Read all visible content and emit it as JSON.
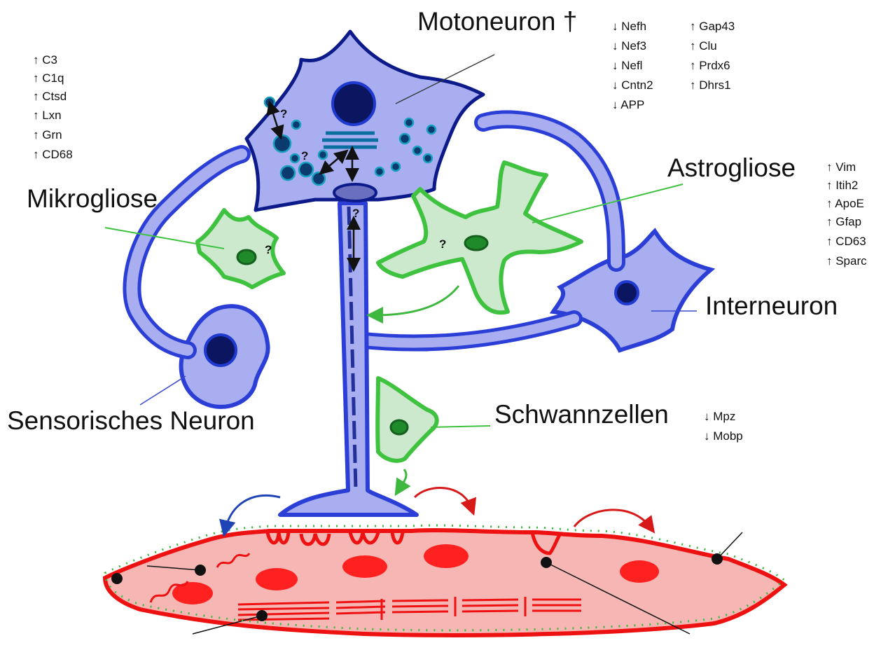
{
  "labels": {
    "motoneuron": "Motoneuron †",
    "astrogliose": "Astrogliose",
    "mikrogliose": "Mikrogliose",
    "interneuron": "Interneuron",
    "sensory": "Sensorisches Neuron",
    "schwann": "Schwannzellen"
  },
  "motoneuron_markers_down": [
    "↓ Nefh",
    "↓ Nef3",
    "↓ Nefl",
    "↓ Cntn2",
    "↓ APP"
  ],
  "motoneuron_markers_up": [
    "↑ Gap43",
    "↑ Clu",
    "↑ Prdx6",
    "↑ Dhrs1"
  ],
  "microglia_markers": [
    "↑ C3",
    "↑ C1q",
    "↑ Ctsd",
    "↑ Lxn",
    "↑ Grn",
    "↑ CD68"
  ],
  "astro_markers": [
    "↑ Vim",
    "↑ Itih2",
    "↑ ApoE",
    "↑ Gfap",
    "↑ CD63",
    "↑ Sparc"
  ],
  "schwann_markers": [
    "↓ Mpz",
    "↓ Mobp"
  ],
  "question_mark": "?",
  "colors": {
    "neuron_fill": "#a9aef0",
    "neuron_outline": "#2b3fd6",
    "nucleus": "#0b1560",
    "glia_fill": "#cde9cd",
    "glia_outline": "#3fc23f",
    "muscle_fill": "#f6b7b4",
    "muscle_outline": "#ee1111",
    "arrow_blue": "#1f44b8",
    "arrow_red": "#d81919",
    "arrow_green": "#3fb83f"
  }
}
